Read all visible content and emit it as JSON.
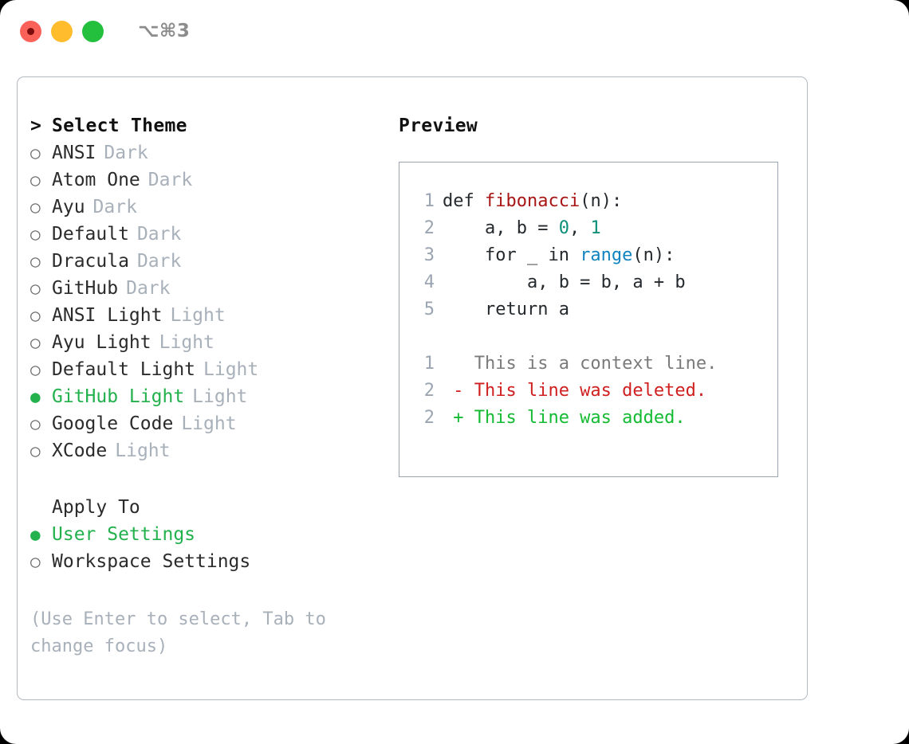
{
  "titlebar": {
    "shortcut_label": "⌥⌘3",
    "traffic_lights": [
      {
        "name": "close-button",
        "color": "#fa6159"
      },
      {
        "name": "minimize-button",
        "color": "#ffbd2e"
      },
      {
        "name": "zoom-button",
        "color": "#22c03d"
      }
    ]
  },
  "theme_selector": {
    "header": {
      "cursor": ">",
      "label": "Select Theme"
    },
    "items": [
      {
        "marker": "○",
        "name": "ANSI",
        "variant": "Dark",
        "selected": false
      },
      {
        "marker": "○",
        "name": "Atom One",
        "variant": "Dark",
        "selected": false
      },
      {
        "marker": "○",
        "name": "Ayu",
        "variant": "Dark",
        "selected": false
      },
      {
        "marker": "○",
        "name": "Default",
        "variant": "Dark",
        "selected": false
      },
      {
        "marker": "○",
        "name": "Dracula",
        "variant": "Dark",
        "selected": false
      },
      {
        "marker": "○",
        "name": "GitHub",
        "variant": "Dark",
        "selected": false
      },
      {
        "marker": "○",
        "name": "ANSI Light",
        "variant": "Light",
        "selected": false
      },
      {
        "marker": "○",
        "name": "Ayu Light",
        "variant": "Light",
        "selected": false
      },
      {
        "marker": "○",
        "name": "Default Light",
        "variant": "Light",
        "selected": false
      },
      {
        "marker": "●",
        "name": "GitHub Light",
        "variant": "Light",
        "selected": true
      },
      {
        "marker": "○",
        "name": "Google Code",
        "variant": "Light",
        "selected": false
      },
      {
        "marker": "○",
        "name": "XCode",
        "variant": "Light",
        "selected": false
      }
    ]
  },
  "apply_to": {
    "header": "Apply To",
    "options": [
      {
        "marker": "●",
        "label": "User Settings",
        "selected": true
      },
      {
        "marker": "○",
        "label": "Workspace Settings",
        "selected": false
      }
    ]
  },
  "help": {
    "text": "(Use Enter to select, Tab to change focus)"
  },
  "preview": {
    "label": "Preview",
    "code_lines": [
      {
        "no": "1",
        "tokens": [
          {
            "t": "def ",
            "c": "plain"
          },
          {
            "t": "fibonacci",
            "c": "func"
          },
          {
            "t": "(n):",
            "c": "plain"
          }
        ]
      },
      {
        "no": "2",
        "tokens": [
          {
            "t": "    a, b = ",
            "c": "plain"
          },
          {
            "t": "0",
            "c": "num"
          },
          {
            "t": ", ",
            "c": "plain"
          },
          {
            "t": "1",
            "c": "num"
          }
        ]
      },
      {
        "no": "3",
        "tokens": [
          {
            "t": "    for _ in ",
            "c": "plain"
          },
          {
            "t": "range",
            "c": "call"
          },
          {
            "t": "(n):",
            "c": "plain"
          }
        ]
      },
      {
        "no": "4",
        "tokens": [
          {
            "t": "        a, b = b, a + b",
            "c": "plain"
          }
        ]
      },
      {
        "no": "5",
        "tokens": [
          {
            "t": "    return a",
            "c": "plain"
          }
        ]
      }
    ],
    "diff_lines": [
      {
        "no": "1",
        "tokens": [
          {
            "t": "   This is a context line.",
            "c": "ctx"
          }
        ]
      },
      {
        "no": "2",
        "tokens": [
          {
            "t": " - This line was deleted.",
            "c": "del"
          }
        ]
      },
      {
        "no": "2",
        "tokens": [
          {
            "t": " + This line was added.",
            "c": "add"
          }
        ]
      }
    ]
  },
  "colors": {
    "selected_green": "#22b14c",
    "diff_added": "#14bb32",
    "diff_deleted": "#cf1f1f",
    "syntax_function": "#a81515",
    "syntax_number": "#0b8f78",
    "syntax_call": "#1184c0",
    "muted": "#a8b0ba",
    "panel_border": "#9aa5b1",
    "dialog_border": "#b3b9c0"
  }
}
